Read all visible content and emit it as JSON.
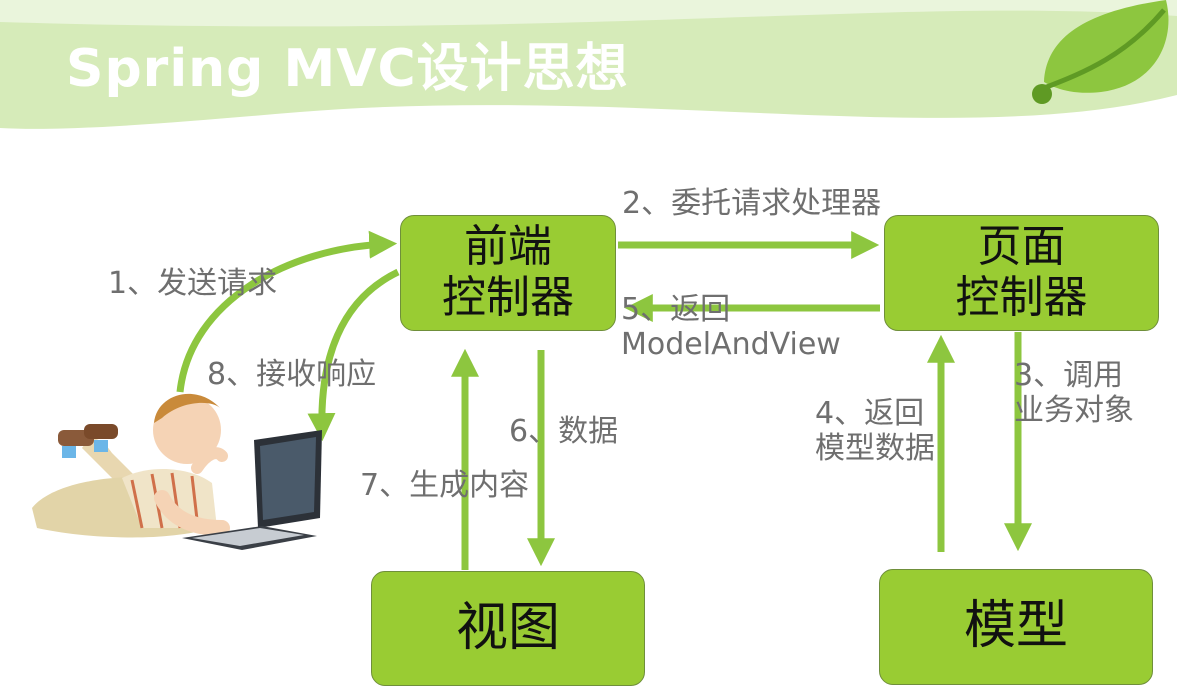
{
  "title": "Spring MVC设计思想",
  "colors": {
    "arrow": "#8dc63f",
    "box": "#99cc33",
    "label": "#6f6f6f",
    "banner": "#d4eab8"
  },
  "nodes": {
    "front_controller": "前端\n控制器",
    "page_controller": "页面\n控制器",
    "view": "视图",
    "model": "模型"
  },
  "edges": {
    "e1": "1、发送请求",
    "e2": "2、委托请求处理器",
    "e3": "3、调用\n业务对象",
    "e4": "4、返回\n模型数据",
    "e5": "5、返回\nModelAndView",
    "e6": "6、数据",
    "e7": "7、生成内容",
    "e8": "8、接收响应"
  },
  "icons": {
    "logo": "spring-leaf-icon",
    "user": "child-with-laptop-illustration"
  }
}
